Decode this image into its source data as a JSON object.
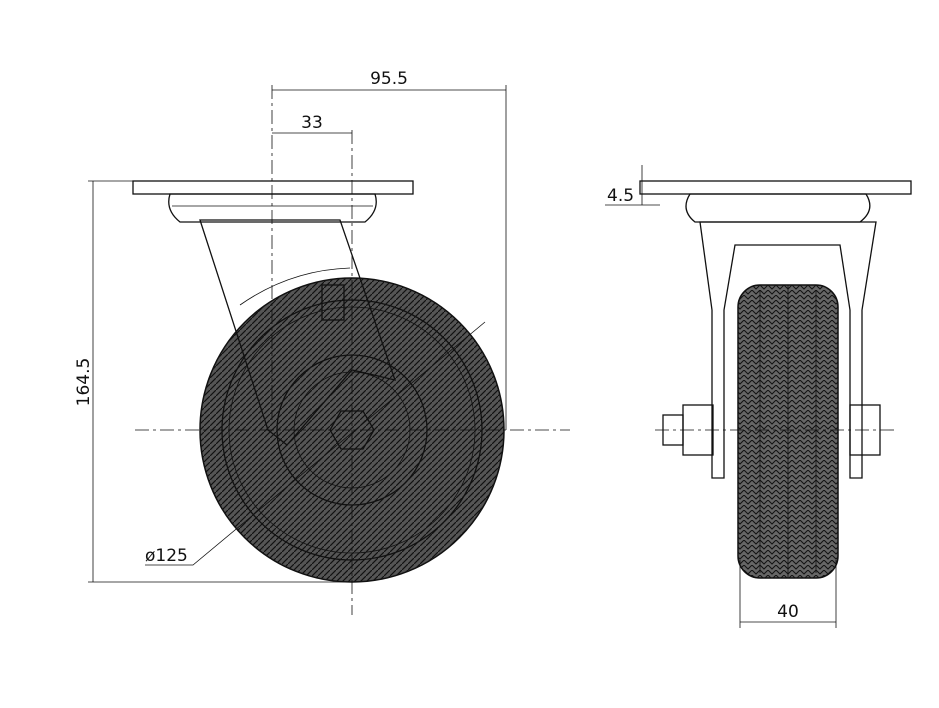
{
  "drawing": {
    "title": "Swivel castor technical drawing",
    "dimensions": {
      "overall_offset": "95.5",
      "swivel_offset": "33",
      "overall_height": "164.5",
      "wheel_diameter": "ø125",
      "plate_thickness": "4.5",
      "wheel_width": "40"
    }
  }
}
